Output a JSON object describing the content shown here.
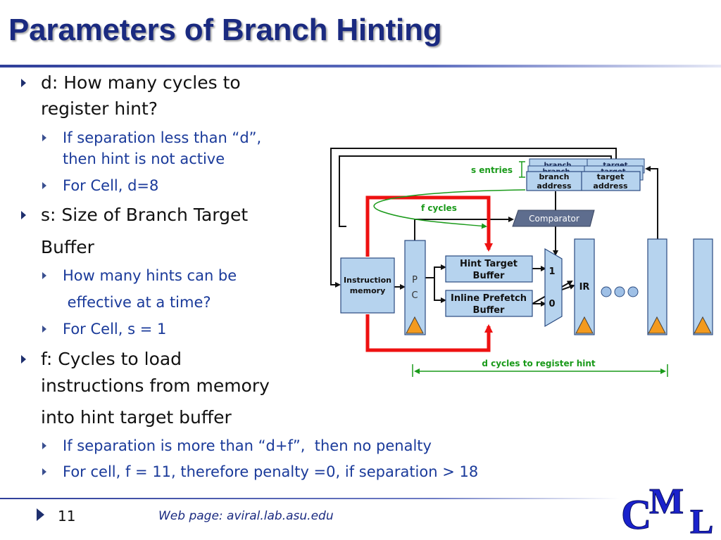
{
  "slide": {
    "title": "Parameters of Branch Hinting",
    "bullets": [
      {
        "lines": [
          "d: How many cycles to",
          "register hint?"
        ],
        "sub": [
          {
            "lines": [
              "If separation less than “d”,",
              "then hint is not active"
            ]
          },
          {
            "lines": [
              "For Cell, d=8"
            ]
          }
        ]
      },
      {
        "lines": [
          "s: Size of Branch Target",
          "Buffer"
        ],
        "sub": [
          {
            "lines": [
              "How many hints can be",
              " effective at a time?"
            ]
          },
          {
            "lines": [
              "For Cell, s = 1"
            ]
          }
        ]
      },
      {
        "lines": [
          "f: Cycles to load",
          "instructions from memory",
          "into hint target buffer"
        ],
        "sub": [
          {
            "lines": [
              "If separation is more than “d+f”,  then no penalty"
            ]
          },
          {
            "lines": [
              "For cell, f = 11, therefore penalty =0, if separation > 18"
            ]
          }
        ]
      }
    ]
  },
  "diagram": {
    "s_entries": "s entries",
    "f_cycles": "f cycles",
    "btb_header_branch": "branch",
    "btb_header_target": "target",
    "btb_branch_address": "branch address",
    "btb_branch_address_l1": "branch",
    "btb_branch_address_l2": "address",
    "btb_target_address_l1": "target",
    "btb_target_address_l2": "address",
    "comparator": "Comparator",
    "instruction_memory_l1": "Instruction",
    "instruction_memory_l2": "memory",
    "pc_p": "P",
    "pc_c": "C",
    "hint_target_l1": "Hint Target",
    "hint_target_l2": "Buffer",
    "inline_prefetch_l1": "Inline Prefetch",
    "inline_prefetch_l2": "Buffer",
    "mux_1": "1",
    "mux_0": "0",
    "ir": "IR",
    "d_cycles": "d cycles to register hint"
  },
  "footer": {
    "page_number": "11",
    "web_page": "Web page:  aviral.lab.asu.edu",
    "logo_c": "C",
    "logo_m": "M",
    "logo_l": "L"
  },
  "colors": {
    "title": "#1a2a80",
    "sub_bullet": "#1a3a9a",
    "red_path": "#ee1111",
    "green_annotation": "#1a9a1a",
    "box_blue": "#b6d3ee",
    "comparator": "#5e6d8e"
  }
}
